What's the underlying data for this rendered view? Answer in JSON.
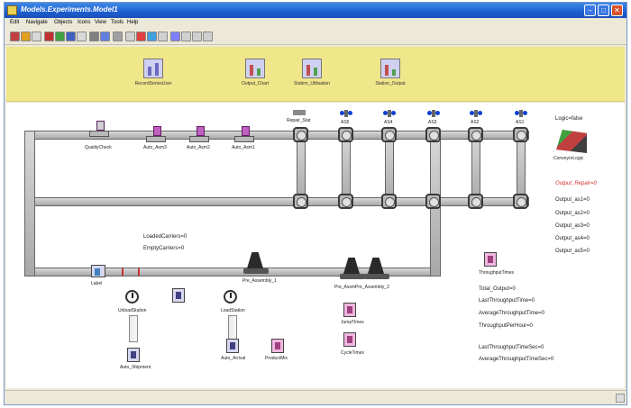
{
  "window": {
    "title": "Models.Experiments.Model1"
  },
  "menu": [
    "Edit",
    "Navigate",
    "Objects",
    "Icons",
    "View",
    "Tools",
    "Help"
  ],
  "toolbar": {
    "colors": [
      "#c04040",
      "#e0a020",
      "#d8d8d8",
      "#c03030",
      "#40a040",
      "#4060c0",
      "#d8d8d8",
      "#808080",
      "#6080e0",
      "#a0a0a0",
      "#d0d0d0",
      "#e04040",
      "#40a0e0",
      "#d0d0d0",
      "#8080ff",
      "#d0d0d0",
      "#d0d0d0",
      "#d0d0d0"
    ]
  },
  "banner": {
    "items": [
      {
        "label": "RecordSeriesUser",
        "color": "#6a6ac0"
      },
      {
        "label": "Output_Chart",
        "color": "#c05050"
      },
      {
        "label": "Station_Utilisation",
        "color": "#c05050"
      },
      {
        "label": "Station_Output",
        "color": "#c05050"
      }
    ]
  },
  "nodes": {
    "quality_check": "QualityCheck",
    "auto_asm3": "Auto_Asm3",
    "auto_asm2": "Auto_Asm2",
    "auto_asm1": "Auto_Asm1",
    "repair_stat": "Repair_Stat",
    "asm_stations": [
      "AS5",
      "AS4",
      "AS3",
      "AS2",
      "AS1"
    ],
    "label": "Label",
    "unload_station": "UnloadStation",
    "load_station": "LoadStation",
    "pre_assembly_1": "Pre_Assembly_1",
    "pre_assembly_2": "Pre_AssmPre_Assembly_2",
    "auto_shipment": "Auto_Shipment",
    "auto_arrival": "Auto_Arrival",
    "product_mix": "ProductMix",
    "jump_times": "JumpTimes",
    "cycle_times": "CycleTimes",
    "throughput_times": "ThroughputTimes",
    "conveyor_logic": "ConveyorLogic"
  },
  "counters": {
    "loaded_carriers": "LoadedCarriers=0",
    "empty_carriers": "EmptyCarriers=0",
    "logic": "Logic=false",
    "output_repair": "Output_Repair=0",
    "output_as": [
      "Output_as1=0",
      "Output_as2=0",
      "Output_as3=0",
      "Output_as4=0",
      "Output_as5=0"
    ],
    "stats": [
      "Total_Output=0",
      "LastThroughputTime=0",
      "AverageThroughputTime=0",
      "ThroughputPerHour=0"
    ],
    "stats2": [
      "LastThroughputTimeSec=0",
      "AverageThroughputTimeSec=0"
    ]
  },
  "colors": {
    "title_bar": "#1f5fd0",
    "banner": "#f0e68a",
    "output_repair": "#d03030",
    "ppd_blue": "#1040d0"
  }
}
